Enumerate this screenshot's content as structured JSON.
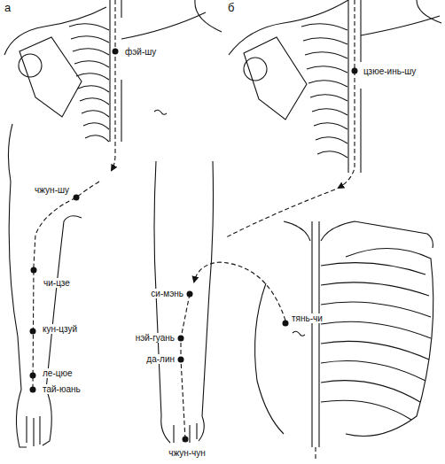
{
  "diagram": {
    "labels": [
      "а",
      "фэй-шу",
      "чжун-шу",
      "чи-цзе",
      "кун-цзуй",
      "ле-цюе",
      "тай-юань",
      "б",
      "цзюе-инь-шу",
      "си-мэнь",
      "тянь-чи",
      "нэй-гуань",
      "да-лин",
      "чжун-чун"
    ]
  }
}
